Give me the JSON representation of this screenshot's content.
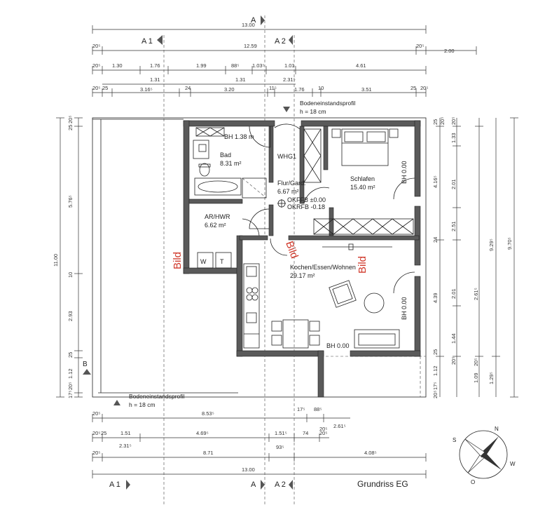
{
  "title": "Grundriss EG",
  "sections": {
    "a1": "A 1",
    "a2": "A 2",
    "a": "A",
    "b": "B"
  },
  "profile_top": {
    "label": "Bodeneinstandsprofil",
    "height": "h = 18 cm"
  },
  "profile_bottom": {
    "label": "Bodeneinstandsprofil",
    "height": "h = 18 cm"
  },
  "rooms": {
    "bad": {
      "name": "Bad",
      "area": "8.31 m²",
      "bh": "BH 1.38 m"
    },
    "whg": {
      "name": "WHG1"
    },
    "flur": {
      "name": "Flur/Gard.",
      "area": "6.67 m²",
      "okffb": "OKFFB ±0.00",
      "okrfb": "OKRFB -0.18"
    },
    "schlafen": {
      "name": "Schlafen",
      "area": "15.40 m²"
    },
    "ar": {
      "name": "AR/HWR",
      "area": "6.62 m²"
    },
    "kochen": {
      "name": "Kochen/Essen/Wohnen",
      "area": "29.17 m²"
    }
  },
  "appliances": {
    "w": "W",
    "t": "T"
  },
  "bild": [
    "Bild",
    "Bild",
    "Bild"
  ],
  "bh": {
    "schlafen": "BH 0.00",
    "kochen": "BH 0.00",
    "terrace": "BH 0.00"
  },
  "dims_top": {
    "overall": "13.00",
    "row2": [
      "20⁵",
      "12.59",
      "20⁵",
      "2.00"
    ],
    "row3": [
      "20⁵",
      "1.30",
      "1.76",
      "1.99",
      "88⁵",
      "1.03⁵",
      "1.01",
      "4.61"
    ],
    "row3b": [
      "1.31",
      "1.31",
      "2.31⁵"
    ],
    "row4": [
      "20⁵",
      "25",
      "3.16⁵",
      "24",
      "3.20",
      "11⁵",
      "1.76",
      "10",
      "3.51",
      "25",
      "20⁵"
    ]
  },
  "dims_bottom": {
    "row1": [
      "20⁵",
      "8.53⁵",
      "17⁵",
      "88⁵",
      "20⁵",
      "2.61⁵"
    ],
    "row2": [
      "20⁵",
      "25",
      "1.51",
      "4.69⁵",
      "1.51⁵",
      "74",
      "20⁵"
    ],
    "row2b": [
      "2.31⁵"
    ],
    "row3": [
      "20⁵",
      "8.71",
      "93⁵",
      "4.08⁵"
    ],
    "overall": "13.00"
  },
  "dims_left": [
    "25",
    "20⁵",
    "5.76⁵",
    "11.00",
    "10",
    "2.93",
    "25",
    "1.12",
    "20⁵",
    "17⁵"
  ],
  "dims_right": [
    "25",
    "20⁵",
    "20⁵",
    "1.33",
    "4.16⁵",
    "2.01",
    "2.51",
    "24",
    "4.39",
    "2.01",
    "2.61⁵",
    "1.44",
    "25",
    "20⁵",
    "1.12",
    "20⁵",
    "9.29⁵",
    "9.70⁵",
    "1.09",
    "1.29⁵",
    "17⁵",
    "20⁵"
  ],
  "compass": {
    "n": "N",
    "s": "S",
    "o": "O",
    "w": "W"
  }
}
